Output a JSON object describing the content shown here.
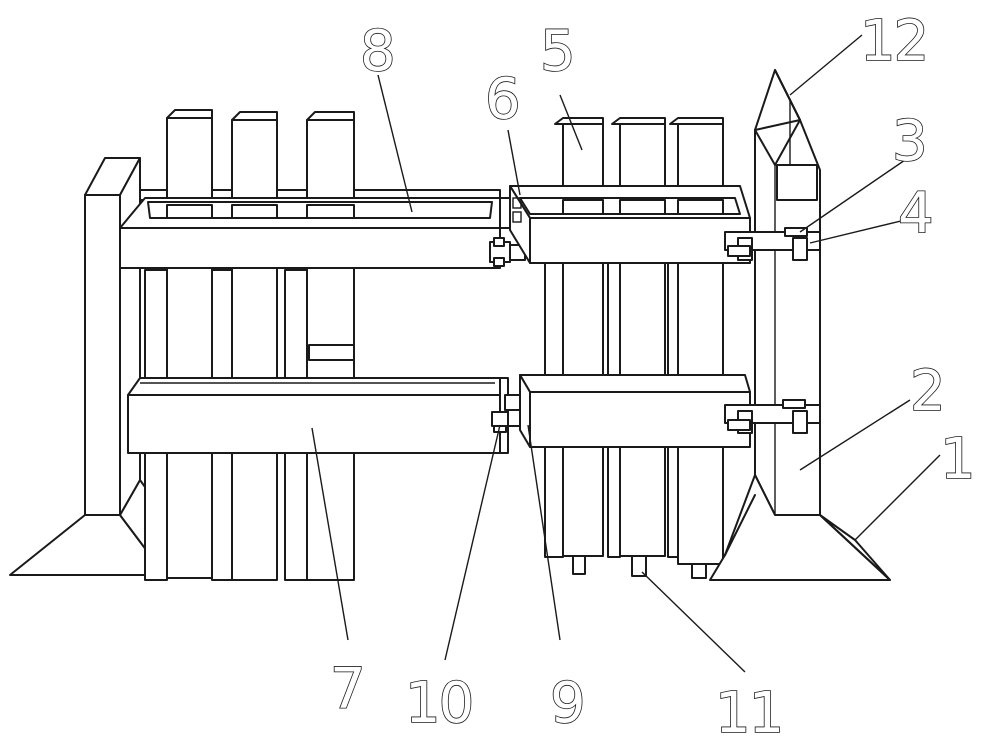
{
  "labels": {
    "l1": "1",
    "l2": "2",
    "l3": "3",
    "l4": "4",
    "l5": "5",
    "l6": "6",
    "l7": "7",
    "l8": "8",
    "l9": "9",
    "l10": "10",
    "l11": "11",
    "l12": "12"
  },
  "line_color": "#1a1a1a",
  "fill_color": "#ffffff"
}
